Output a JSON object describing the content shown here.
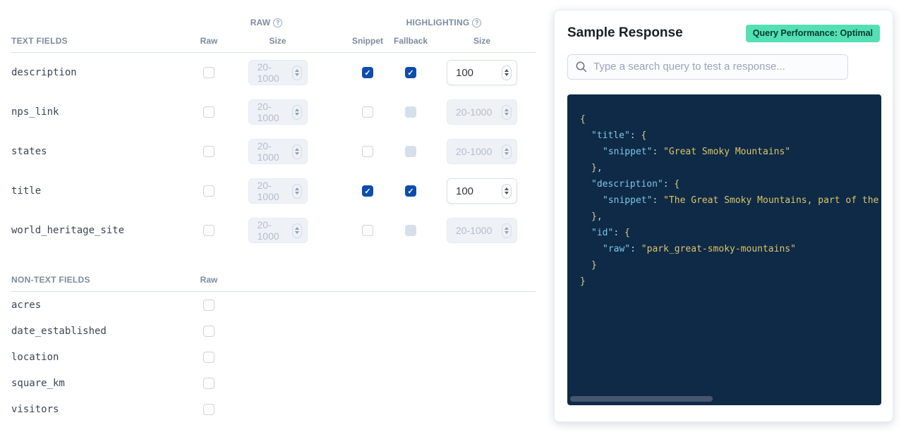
{
  "colors": {
    "checkbox_checked": "#0d4dad",
    "badge_bg": "#54e0b2",
    "badge_text": "#073b2f",
    "code_background": "#0e2a47",
    "code_key": "#7dc6e8",
    "code_string": "#ddc368",
    "code_brace": "#d5cd8f",
    "code_punctuation": "#c3cfdd"
  },
  "field_table": {
    "group_headers": {
      "raw": "RAW",
      "highlighting": "HIGHLIGHTING"
    },
    "size_placeholder": "20-1000",
    "text_fields_section": {
      "title": "TEXT FIELDS",
      "columns": {
        "raw": "Raw",
        "raw_size": "Size",
        "snippet": "Snippet",
        "fallback": "Fallback",
        "highlight_size": "Size"
      },
      "rows": [
        {
          "name": "description",
          "raw_checked": false,
          "snippet_checked": true,
          "fallback_checked": true,
          "highlight_enabled": true,
          "highlight_size": "100"
        },
        {
          "name": "nps_link",
          "raw_checked": false,
          "snippet_checked": false,
          "fallback_checked": false,
          "highlight_enabled": false,
          "highlight_size": ""
        },
        {
          "name": "states",
          "raw_checked": false,
          "snippet_checked": false,
          "fallback_checked": false,
          "highlight_enabled": false,
          "highlight_size": ""
        },
        {
          "name": "title",
          "raw_checked": false,
          "snippet_checked": true,
          "fallback_checked": true,
          "highlight_enabled": true,
          "highlight_size": "100"
        },
        {
          "name": "world_heritage_site",
          "raw_checked": false,
          "snippet_checked": false,
          "fallback_checked": false,
          "highlight_enabled": false,
          "highlight_size": ""
        }
      ]
    },
    "non_text_fields_section": {
      "title": "NON-TEXT FIELDS",
      "columns": {
        "raw": "Raw"
      },
      "rows": [
        {
          "name": "acres",
          "raw_checked": false
        },
        {
          "name": "date_established",
          "raw_checked": false
        },
        {
          "name": "location",
          "raw_checked": false
        },
        {
          "name": "square_km",
          "raw_checked": false
        },
        {
          "name": "visitors",
          "raw_checked": false
        }
      ]
    }
  },
  "sample_response": {
    "title": "Sample Response",
    "badge": "Query Performance: Optimal",
    "search_placeholder": "Type a search query to test a response...",
    "code_block": {
      "lines": [
        {
          "indent": 0,
          "tokens": [
            {
              "t": "brace",
              "v": "{"
            }
          ]
        },
        {
          "indent": 1,
          "tokens": [
            {
              "t": "key",
              "v": "\"title\""
            },
            {
              "t": "punc",
              "v": ": "
            },
            {
              "t": "brace",
              "v": "{"
            }
          ]
        },
        {
          "indent": 2,
          "tokens": [
            {
              "t": "key",
              "v": "\"snippet\""
            },
            {
              "t": "punc",
              "v": ": "
            },
            {
              "t": "str",
              "v": "\"Great Smoky Mountains\""
            }
          ]
        },
        {
          "indent": 1,
          "tokens": [
            {
              "t": "brace",
              "v": "}"
            },
            {
              "t": "punc",
              "v": ","
            }
          ]
        },
        {
          "indent": 1,
          "tokens": [
            {
              "t": "key",
              "v": "\"description\""
            },
            {
              "t": "punc",
              "v": ": "
            },
            {
              "t": "brace",
              "v": "{"
            }
          ]
        },
        {
          "indent": 2,
          "tokens": [
            {
              "t": "key",
              "v": "\"snippet\""
            },
            {
              "t": "punc",
              "v": ": "
            },
            {
              "t": "str",
              "v": "\"The Great Smoky Mountains, part of the Appa"
            }
          ]
        },
        {
          "indent": 1,
          "tokens": [
            {
              "t": "brace",
              "v": "}"
            },
            {
              "t": "punc",
              "v": ","
            }
          ]
        },
        {
          "indent": 1,
          "tokens": [
            {
              "t": "key",
              "v": "\"id\""
            },
            {
              "t": "punc",
              "v": ": "
            },
            {
              "t": "brace",
              "v": "{"
            }
          ]
        },
        {
          "indent": 2,
          "tokens": [
            {
              "t": "key",
              "v": "\"raw\""
            },
            {
              "t": "punc",
              "v": ": "
            },
            {
              "t": "str",
              "v": "\"park_great-smoky-mountains\""
            }
          ]
        },
        {
          "indent": 1,
          "tokens": [
            {
              "t": "brace",
              "v": "}"
            }
          ]
        },
        {
          "indent": 0,
          "tokens": [
            {
              "t": "brace",
              "v": "}"
            }
          ]
        }
      ]
    }
  }
}
